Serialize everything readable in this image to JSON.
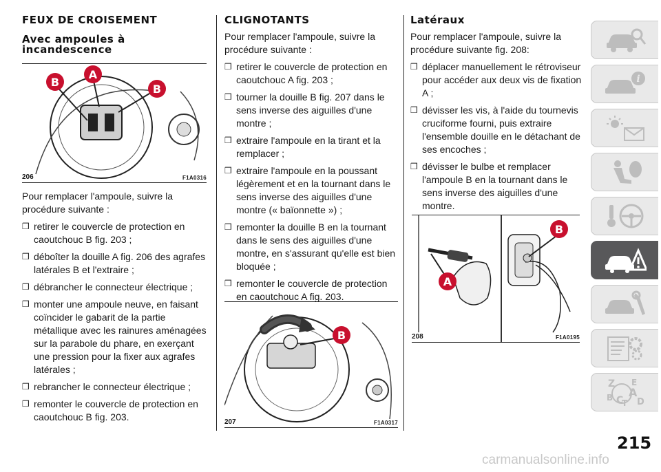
{
  "col1": {
    "title": "FEUX DE CROISEMENT",
    "subtitle": "Avec ampoules à incandescence",
    "figure": {
      "number": "206",
      "code": "F1A0316",
      "label_a": "A",
      "label_b": "B"
    },
    "intro": "Pour remplacer l'ampoule, suivre la procédure suivante :",
    "steps": [
      "retirer le couvercle de protection en caoutchouc B fig. 203 ;",
      "déboîter la douille A fig. 206 des agrafes latérales B et l'extraire ;",
      "débrancher le connecteur électrique ;",
      "monter une ampoule neuve, en faisant coïncider le gabarit de la partie métallique avec les rainures aménagées sur la parabole du phare, en exerçant une pression pour la fixer aux agrafes latérales ;",
      "rebrancher le connecteur électrique ;",
      "remonter le couvercle de protection en caoutchouc B fig. 203."
    ]
  },
  "col2": {
    "title": "CLIGNOTANTS",
    "intro": "Pour remplacer l'ampoule, suivre la procédure suivante :",
    "steps": [
      "retirer le couvercle de protection en caoutchouc A fig. 203 ;",
      "tourner la douille B fig. 207 dans le sens inverse des aiguilles d'une montre ;",
      "extraire l'ampoule en la tirant et la remplacer ;",
      "extraire l'ampoule en la poussant légèrement et en la tournant dans le sens inverse des aiguilles d'une montre (« baïonnette ») ;",
      "remonter la douille B en la tournant dans le sens des aiguilles d'une montre, en s'assurant qu'elle est bien bloquée ;",
      "remonter le couvercle de protection en caoutchouc A fig. 203."
    ],
    "figure": {
      "number": "207",
      "code": "F1A0317",
      "label_b": "B"
    }
  },
  "col3": {
    "title": "Latéraux",
    "intro": "Pour remplacer l'ampoule, suivre la procédure suivante fig. 208:",
    "steps": [
      "déplacer manuellement le rétroviseur pour accéder aux deux vis de fixation A ;",
      "dévisser les vis, à l'aide du tournevis cruciforme fourni, puis extraire l'ensemble douille en le détachant de ses encoches ;",
      "dévisser le bulbe et remplacer l'ampoule B en la tournant dans le sens inverse des aiguilles d'une montre."
    ],
    "figure": {
      "number": "208",
      "code": "F1A0195",
      "label_a": "A",
      "label_b": "B"
    }
  },
  "sidebar": {
    "tabs": [
      {
        "icon": "car-search-icon",
        "active": false
      },
      {
        "icon": "car-info-icon",
        "active": false
      },
      {
        "icon": "warning-lights-icon",
        "active": false
      },
      {
        "icon": "airbag-seat-icon",
        "active": false
      },
      {
        "icon": "steering-key-icon",
        "active": false
      },
      {
        "icon": "car-breakdown-icon",
        "active": true
      },
      {
        "icon": "car-wrench-icon",
        "active": false
      },
      {
        "icon": "specs-gear-icon",
        "active": false
      },
      {
        "icon": "alphabetical-index-icon",
        "active": false
      }
    ],
    "index_letters": [
      "Z",
      "E",
      "A",
      "B",
      "C",
      "T",
      "D"
    ]
  },
  "page_number": "215",
  "watermark": "carmanualsonline.info",
  "colors": {
    "accent_red": "#c8102e",
    "tab_active": "#58585a",
    "tab_inactive": "#e9e9e9"
  }
}
